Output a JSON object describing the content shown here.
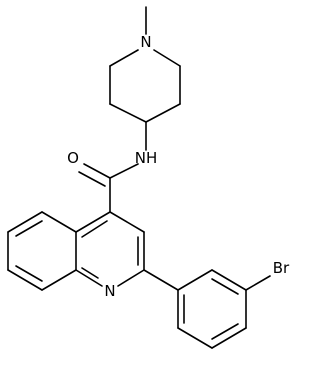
{
  "molecule": {
    "atoms": {
      "n_methyl": "N",
      "o_carbonyl": "O",
      "n_amide": "NH",
      "n_quinoline": "N",
      "br": "Br"
    }
  },
  "colors": {
    "bond": "#000000",
    "label": "#000000",
    "background": "#ffffff"
  }
}
